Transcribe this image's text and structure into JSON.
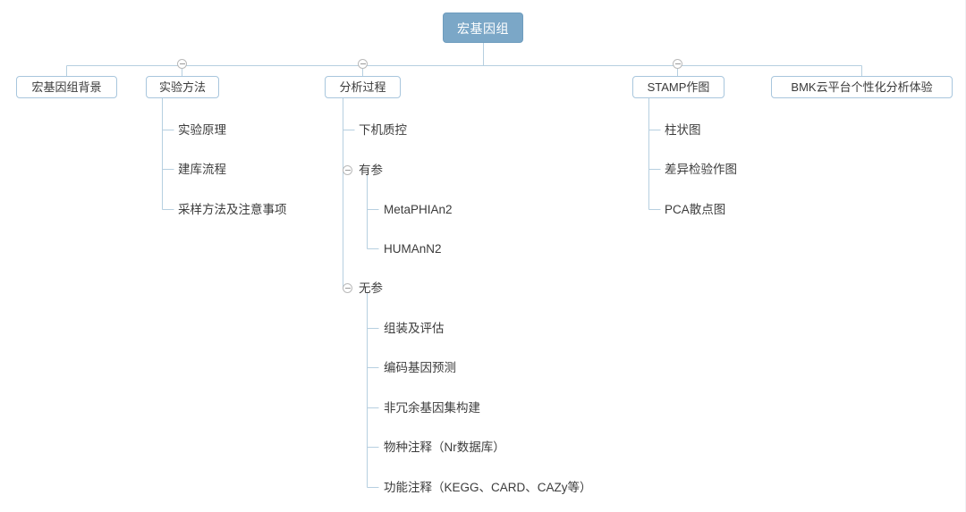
{
  "diagram": {
    "type": "mind-map",
    "title": "宏基因组",
    "colors": {
      "root_fill": "#7ba7c7",
      "root_text": "#ffffff",
      "node_border": "#a8c6dd",
      "node_text": "#3a3a3a",
      "edge": "#b6cfe0",
      "toggle_border": "#b9b9b9",
      "background": "#ffffff"
    },
    "root": {
      "label": "宏基因组"
    },
    "branches": [
      {
        "label": "宏基因组背景",
        "toggle": "none",
        "children": []
      },
      {
        "label": "实验方法",
        "toggle": "minus",
        "children": [
          {
            "label": "实验原理"
          },
          {
            "label": "建库流程"
          },
          {
            "label": "采样方法及注意事项"
          }
        ]
      },
      {
        "label": "分析过程",
        "toggle": "minus",
        "children": [
          {
            "label": "下机质控",
            "toggle": "none",
            "children": []
          },
          {
            "label": "有参",
            "toggle": "minus",
            "children": [
              {
                "label": "MetaPHIAn2"
              },
              {
                "label": "HUMAnN2"
              }
            ]
          },
          {
            "label": "无参",
            "toggle": "minus",
            "children": [
              {
                "label": "组装及评估"
              },
              {
                "label": "编码基因预测"
              },
              {
                "label": "非冗余基因集构建"
              },
              {
                "label": "物种注释（Nr数据库）"
              },
              {
                "label": "功能注释（KEGG、CARD、CAZy等）"
              }
            ]
          }
        ]
      },
      {
        "label": "STAMP作图",
        "toggle": "minus",
        "children": [
          {
            "label": "柱状图"
          },
          {
            "label": "差异检验作图"
          },
          {
            "label": "PCA散点图"
          }
        ]
      },
      {
        "label": "BMK云平台个性化分析体验",
        "toggle": "none",
        "children": []
      }
    ]
  }
}
